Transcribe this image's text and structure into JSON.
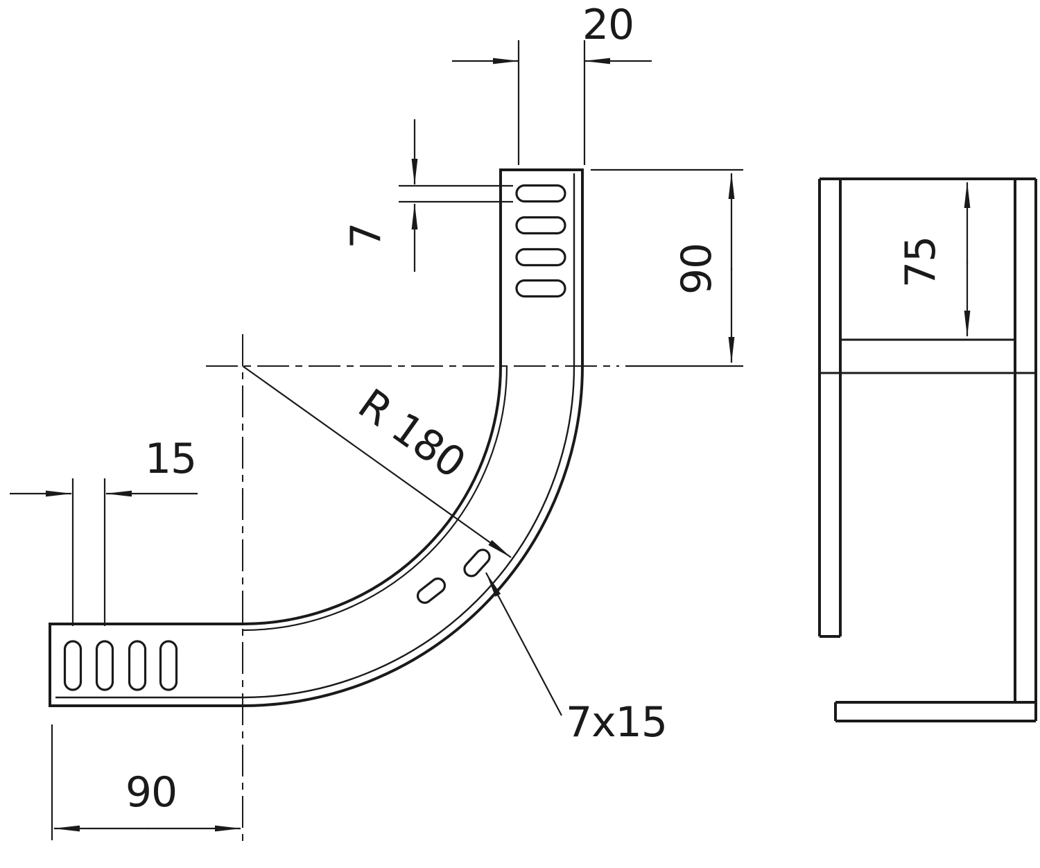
{
  "colors": {
    "line": "#1a1a1a",
    "background": "#ffffff"
  },
  "labels": {
    "dim_20": "20",
    "dim_7": "7",
    "dim_90_right": "90",
    "dim_15": "15",
    "dim_90_bottom": "90",
    "radius": "R 180",
    "slot_size": "7x15",
    "dim_75": "75"
  }
}
